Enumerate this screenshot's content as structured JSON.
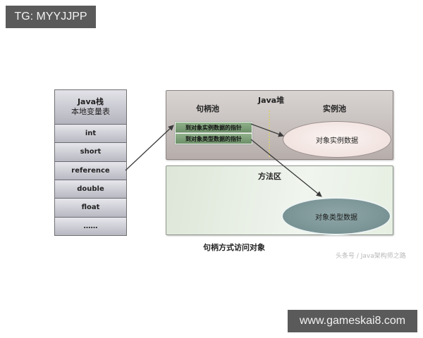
{
  "watermarks": {
    "top_left": "TG: MYYJJPP",
    "bottom_right": "www.gameskai8.com"
  },
  "stack": {
    "title_line1": "Java栈",
    "title_line2": "本地变量表",
    "cells": [
      "int",
      "short",
      "reference",
      "double",
      "float",
      "……"
    ]
  },
  "heap": {
    "title": "Java堆",
    "handle_pool": {
      "label": "句柄池",
      "pointers": [
        "到对象实例数据的指针",
        "到对象类型数据的指针"
      ]
    },
    "instance_pool": {
      "label": "实例池",
      "ellipse": "对象实例数据"
    }
  },
  "method_area": {
    "title": "方法区",
    "ellipse": "对象类型数据"
  },
  "caption": "句柄方式访问对象",
  "source_credit": "头条号 / Java架构师之路",
  "colors": {
    "watermark_bg": "#5a5a5a",
    "heap_bg": "#c8c0bd",
    "method_bg": "#e6efe2",
    "pointer_box": "#7d9f78",
    "instance_ellipse": "#f3e6e3",
    "type_ellipse": "#7e9799",
    "arrow": "#3a3a3a"
  }
}
